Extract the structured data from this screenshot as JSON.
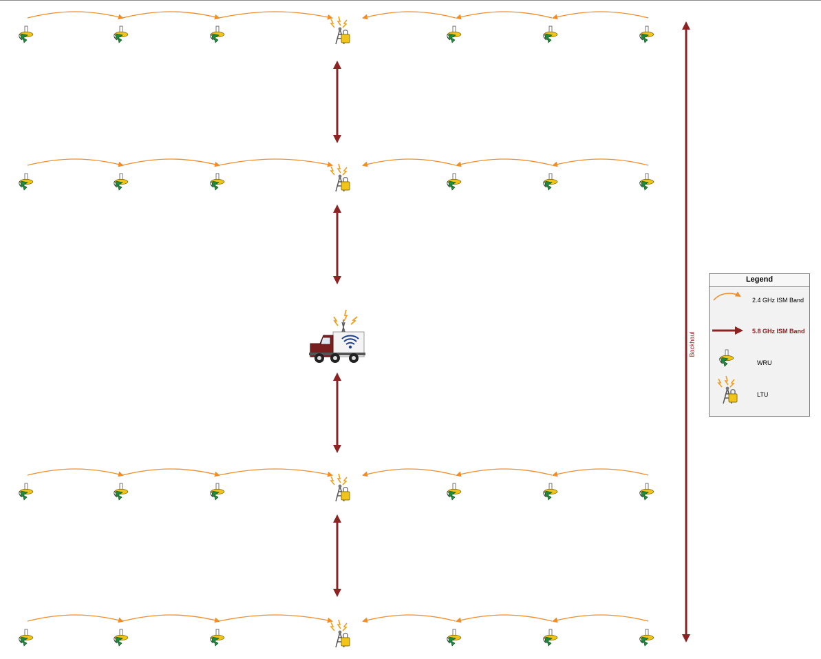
{
  "legend": {
    "title": "Legend",
    "items": [
      {
        "kind": "orange-curved-arrow",
        "label": "2.4 GHz ISM Band"
      },
      {
        "kind": "red-double-arrow",
        "label": "5.8 GHz ISM Band"
      },
      {
        "kind": "wru-icon",
        "label": "WRU"
      },
      {
        "kind": "ltu-icon",
        "label": "LTU"
      }
    ]
  },
  "backhaul_label": "Backhaul",
  "colors": {
    "orange": "#f28c28",
    "dark_red": "#8b2323",
    "yellow": "#f0c419",
    "green": "#1f8a3c",
    "truck_red": "#7a1f1f"
  },
  "diagram": {
    "rows": 4,
    "wru_per_side": 3,
    "links_within_row": "2.4 GHz ISM Band",
    "links_between_rows": "5.8 GHz ISM Band",
    "center": "truck"
  }
}
